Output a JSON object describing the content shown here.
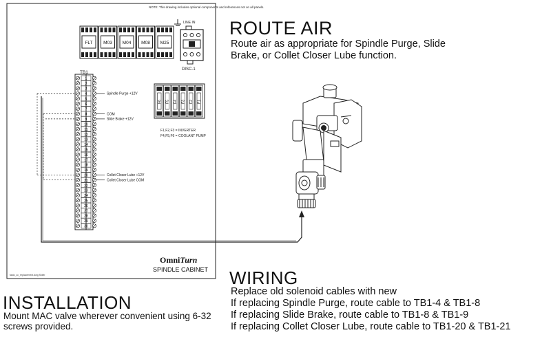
{
  "diagram": {
    "note": "NOTE: This drawing includes optional components and references not on all panels.",
    "relays": [
      "FLT",
      "M03",
      "M04",
      "M08",
      "M25"
    ],
    "disconnect": {
      "top_label": "LINE IN",
      "label": "DISC-1"
    },
    "terminal_block": {
      "label": "TB1",
      "count": 30,
      "taps": [
        {
          "terminal": 4,
          "label": "Spindle Purge +12V"
        },
        {
          "terminal": 8,
          "label": "COM"
        },
        {
          "terminal": 9,
          "label": "Slide Brake +12V"
        },
        {
          "terminal": 20,
          "label": "Collet Closer Lube +12V"
        },
        {
          "terminal": 21,
          "label": "Collet Closer Lube COM"
        }
      ]
    },
    "fuses": {
      "labels": [
        "F6",
        "F5",
        "F4",
        "F3",
        "F2",
        "F1"
      ],
      "legend_1": "F1,F2,F3 = INVERTER",
      "legend_2": "F4,F5,F6 = COOLANT PUMP"
    },
    "brand": {
      "name_plain": "Omni",
      "name_italic": "Turn",
      "subtitle": "SPINDLE CABINET"
    },
    "footer_file": "fasto_cc_replacement.dwg  SNeb"
  },
  "route_air": {
    "title": "ROUTE AIR",
    "body": "Route air as appropriate for Spindle Purge, Slide Brake, or Collet Closer Lube function."
  },
  "wiring": {
    "title": "WIRING",
    "lines": [
      "Replace old solenoid cables with new",
      "If replacing Spindle Purge, route cable to TB1-4 & TB1-8",
      "If replacing Slide Brake, route cable to TB1-8 & TB1-9",
      "If replacing Collet Closer Lube, route cable to TB1-20 & TB1-21"
    ]
  },
  "installation": {
    "title": "INSTALLATION",
    "body": "Mount MAC valve wherever convenient using 6-32 screws provided."
  }
}
